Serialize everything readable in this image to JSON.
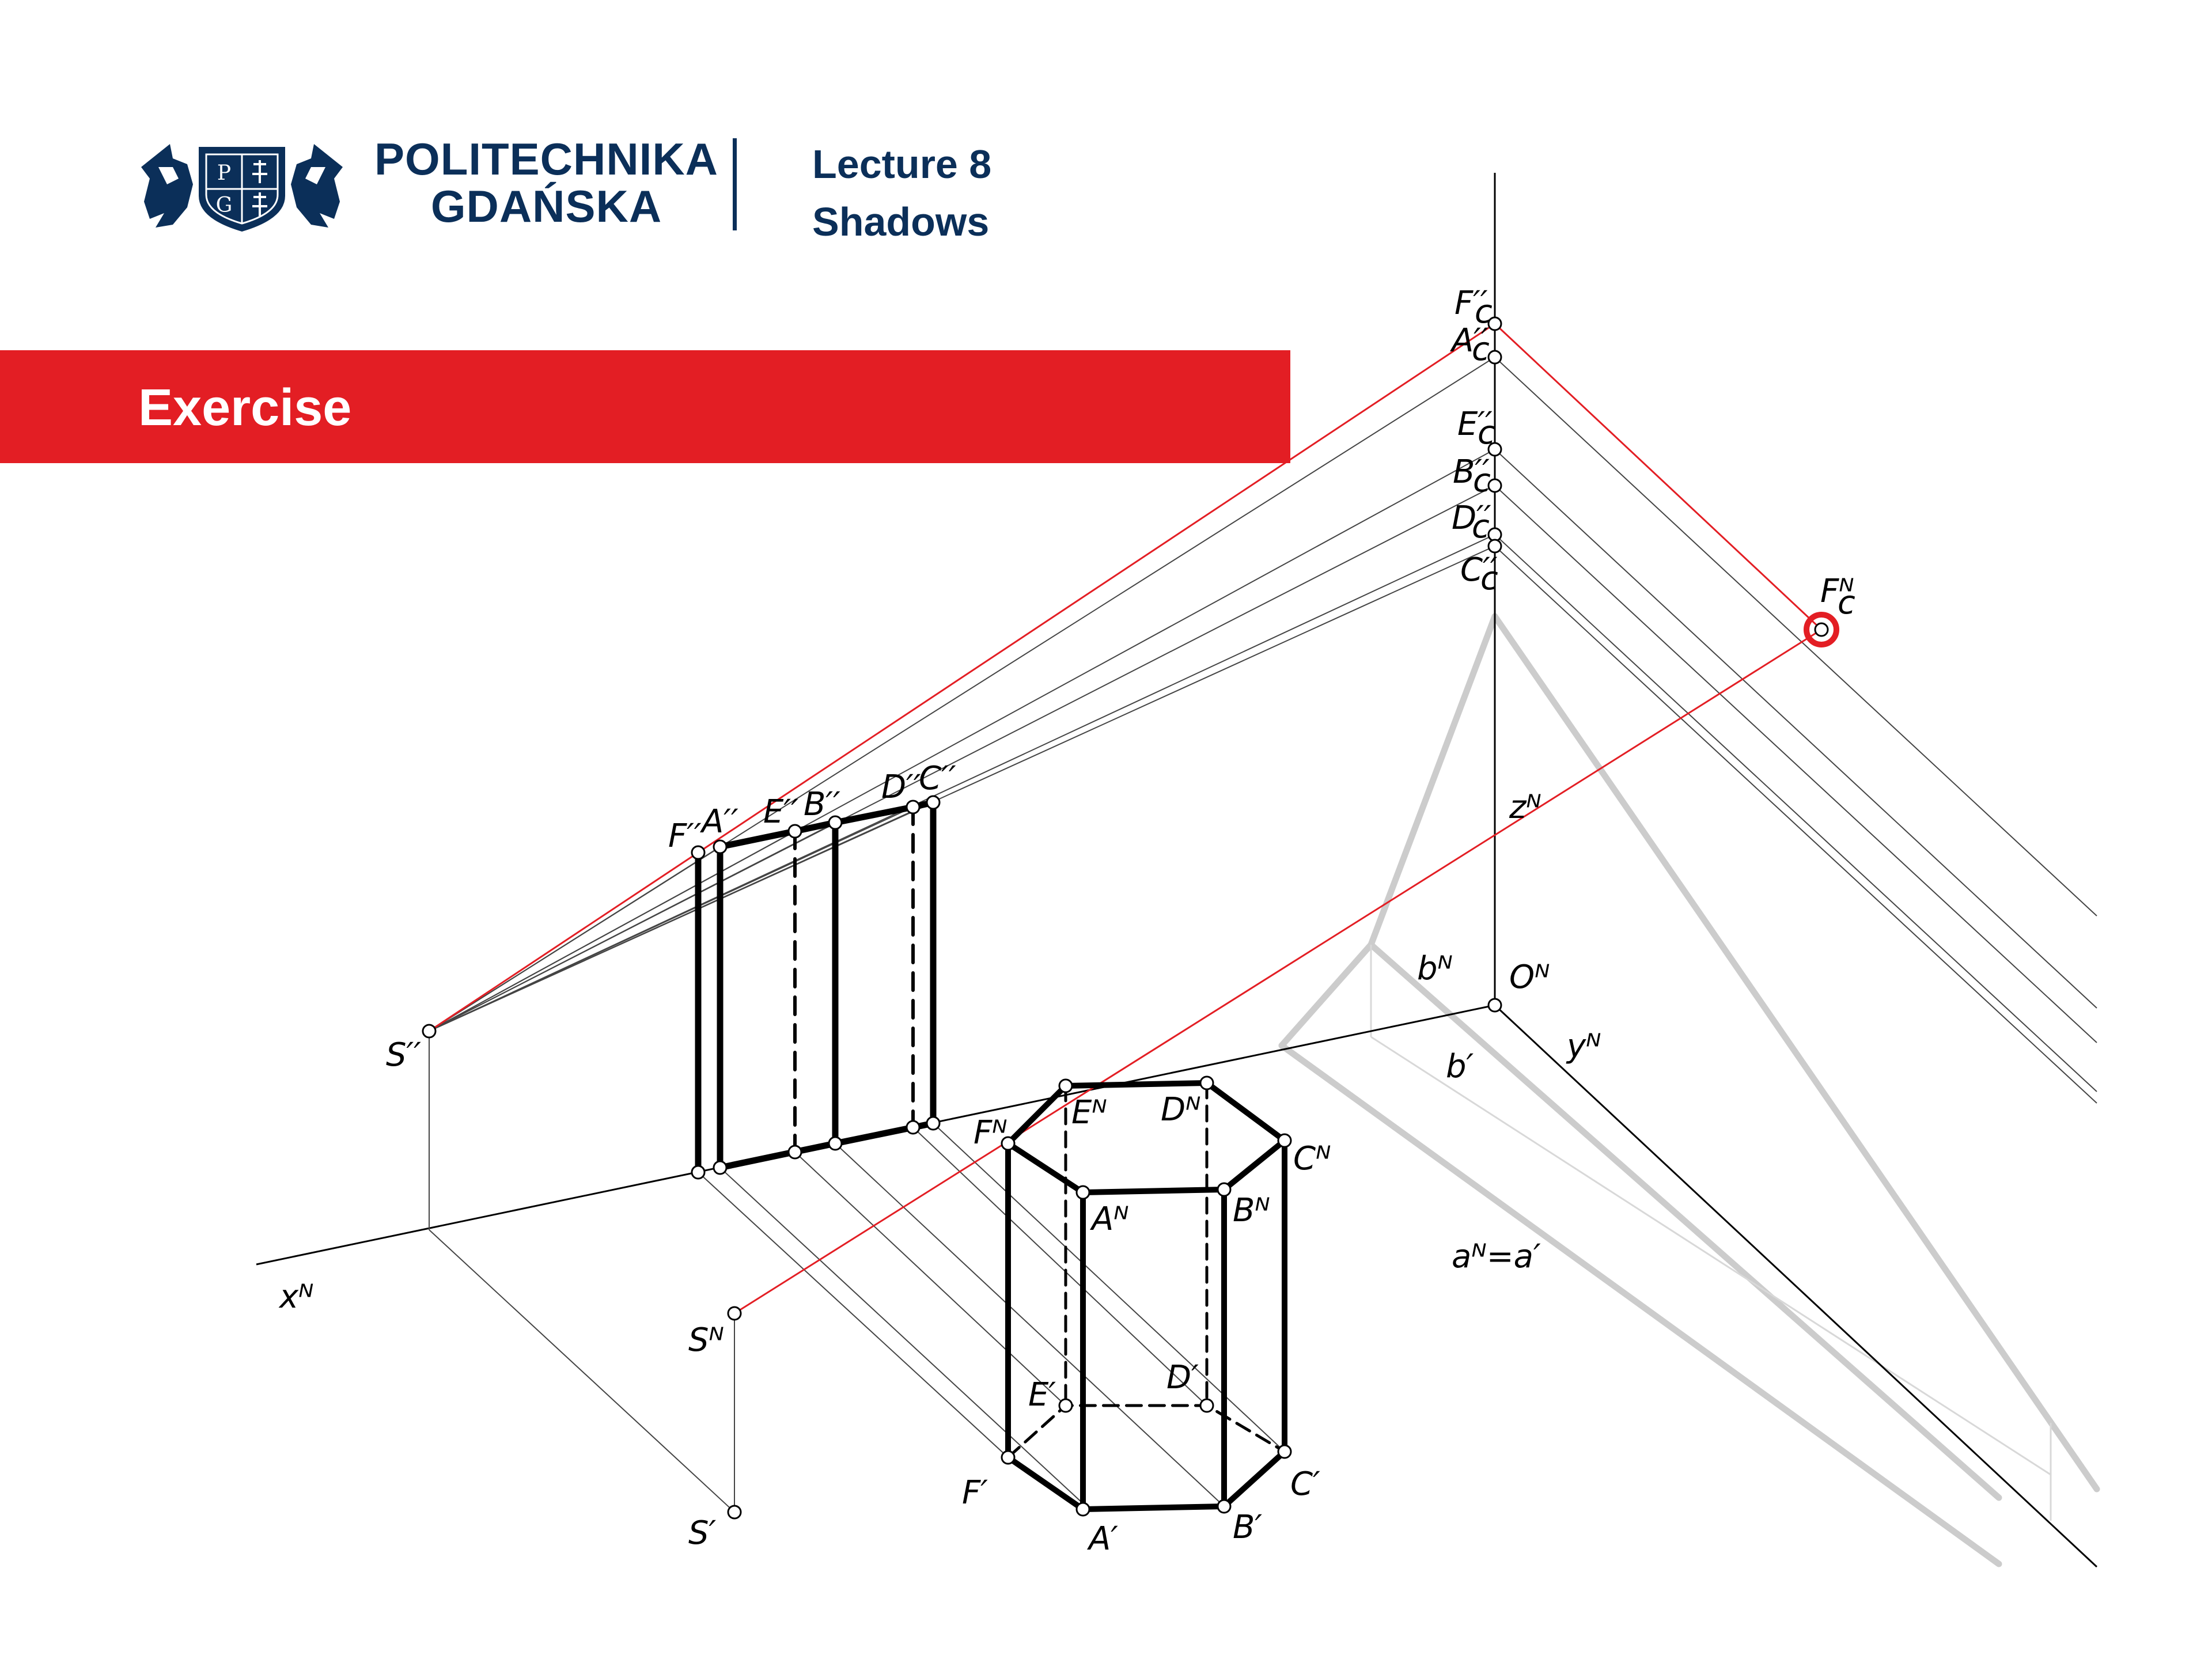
{
  "header": {
    "brand_line1": "POLITECHNIKA",
    "brand_line2": "GDAŃSKA",
    "logo_letters": [
      "P",
      "G"
    ],
    "lecture_number": "Lecture 8",
    "lecture_topic": "Shadows"
  },
  "banner": {
    "title": "Exercise"
  },
  "colors": {
    "navy": "#0b2f59",
    "red": "#e31e24",
    "grey": "#cccccc"
  },
  "labels": {
    "F_c2": "F′′",
    "A_c2": "A′′",
    "E_c2": "E′′",
    "B_c2": "B′′",
    "D_c2": "D′′",
    "C_c2": "C′′",
    "sub_c": "c",
    "F_cN": "Fᴺ",
    "F2": "F′′",
    "A2": "A′′",
    "E2": "E′′",
    "B2": "B′′",
    "D2": "D′′",
    "C2": "C′′",
    "S2": "S′′",
    "SN": "Sᴺ",
    "S1": "S′",
    "xN": "xᴺ",
    "yN": "yᴺ",
    "zN": "zᴺ",
    "ON": "Oᴺ",
    "bN": "bᴺ",
    "b1": "b′",
    "aN_eq": "aᴺ=a′",
    "FN": "Fᴺ",
    "EN": "Eᴺ",
    "DN": "Dᴺ",
    "CN": "Cᴺ",
    "BN": "Bᴺ",
    "AN": "Aᴺ",
    "F1": "F′",
    "E1": "E′",
    "D1": "D′",
    "C1": "C′",
    "B1": "B′",
    "A1": "A′"
  }
}
